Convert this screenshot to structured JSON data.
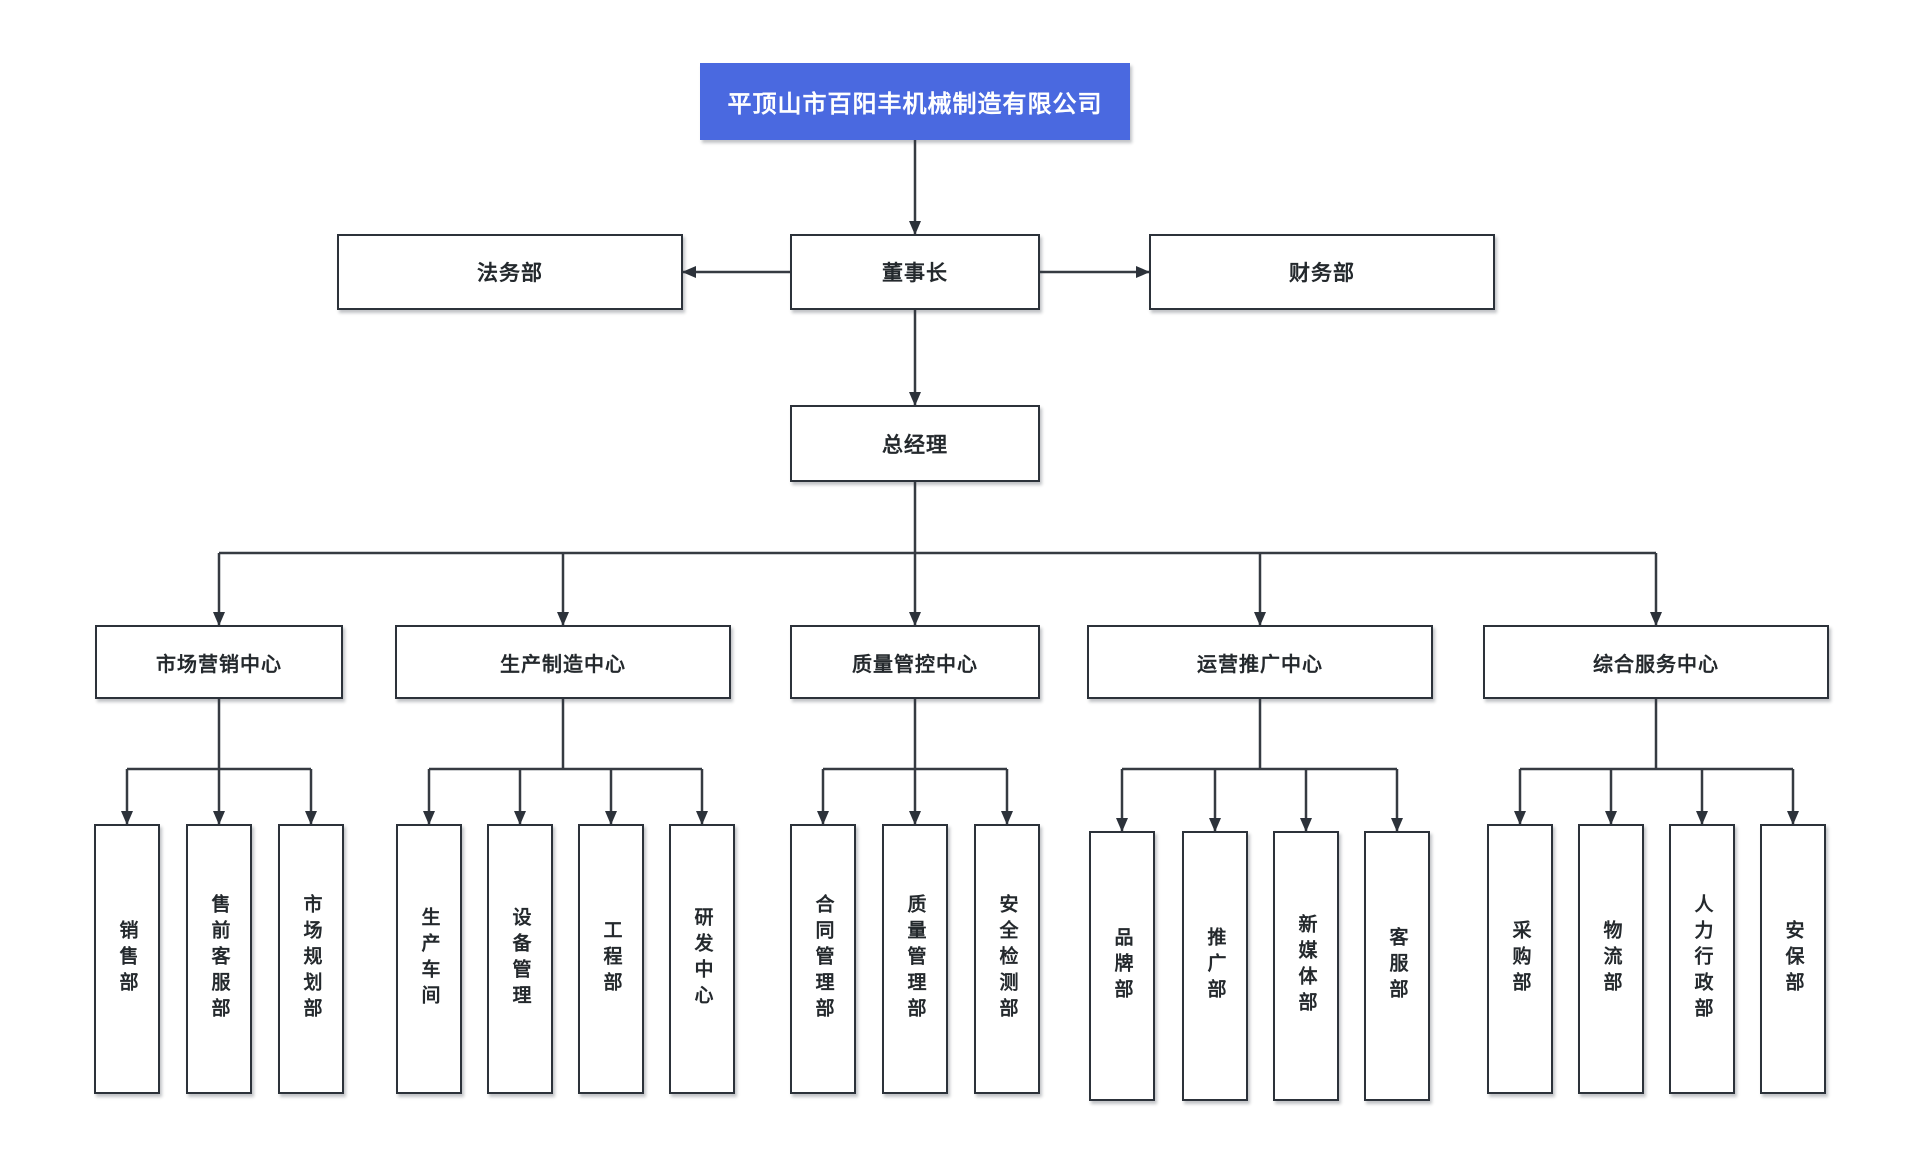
{
  "org": {
    "root": {
      "label": "平顶山市百阳丰机械制造有限公司"
    },
    "executive": {
      "legal": {
        "label": "法务部"
      },
      "chairman": {
        "label": "董事长"
      },
      "finance": {
        "label": "财务部"
      },
      "general_manager": {
        "label": "总经理"
      }
    },
    "groups": [
      {
        "label": "市场营销中心",
        "children": [
          "销售部",
          "售前客服部",
          "市场规划部"
        ]
      },
      {
        "label": "生产制造中心",
        "children": [
          "生产车间",
          "设备管理",
          "工程部",
          "研发中心"
        ]
      },
      {
        "label": "质量管控中心",
        "children": [
          "合同管理部",
          "质量管理部",
          "安全检测部"
        ]
      },
      {
        "label": "运营推广中心",
        "children": [
          "品牌部",
          "推广部",
          "新媒体部",
          "客服部"
        ]
      },
      {
        "label": "综合服务中心",
        "children": [
          "采购部",
          "物流部",
          "人力行政部",
          "安保部"
        ]
      }
    ],
    "colors": {
      "root_bg": "#4a69e0",
      "root_text": "#ffffff",
      "node_bg": "#ffffff",
      "node_border": "#2c323a",
      "line": "#363b42",
      "text": "#24292d",
      "background": "#ffffff"
    }
  }
}
